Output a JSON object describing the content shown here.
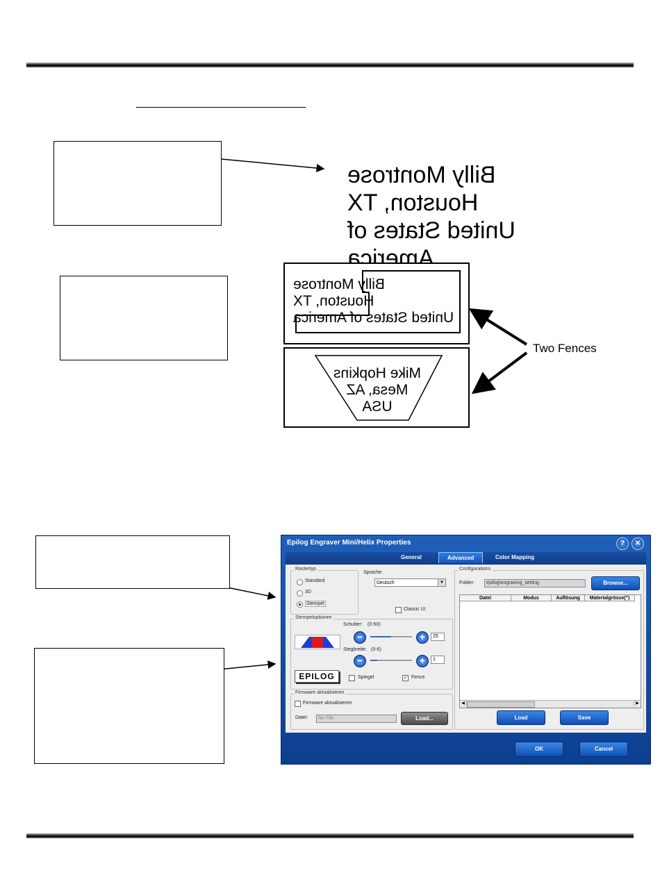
{
  "fig1": {
    "lines": [
      "Billy Montrose",
      "Houston, TX",
      "United States of America"
    ]
  },
  "fig2": {
    "fence1_lines": [
      "Billy Montrose",
      "Houston, TX",
      "United States of America"
    ],
    "fence2_lines": [
      "Mike Hopkins",
      "Mesa, AZ",
      "USA"
    ],
    "callout_label": "Two Fences"
  },
  "dialog": {
    "title": "Epilog Engraver Mini/Helix Properties",
    "help_icon": "?",
    "close_icon": "✕",
    "tabs": [
      {
        "label": "General",
        "active": false
      },
      {
        "label": "Advanced",
        "active": true
      },
      {
        "label": "Color Mapping",
        "active": false
      }
    ],
    "rastertyp": {
      "title": "Rastertyp",
      "options": [
        "Standard",
        "3D",
        "Stempel"
      ],
      "selected": "Stempel"
    },
    "sprache": {
      "label": "Sprache:",
      "value": "Deutsch"
    },
    "classic_ui": {
      "label": "Classic UI",
      "checked": false
    },
    "stempel": {
      "title": "Stempeloptionen",
      "schulter_label": "Schulter:",
      "schulter_range": "(0-50)",
      "schulter_value": "25",
      "schulter_fraction": 0.5,
      "stegbreite_label": "Stegbreite:",
      "stegbreite_range": "(0-6)",
      "stegbreite_value": "1",
      "stegbreite_fraction": 0.17,
      "logo_text": "EPILOG",
      "spiegel": {
        "label": "Spiegel",
        "checked": false
      },
      "fence": {
        "label": "Fence",
        "checked": true
      }
    },
    "firmware": {
      "title": "Firmware aktualisieren",
      "checkbox_label": "Firmware aktualisieren",
      "checked": false,
      "datei_label": "Datei:",
      "datei_placeholder": "No File",
      "load_button": "Load..."
    },
    "configurations": {
      "title": "Configurations",
      "folder_label": "Folder:",
      "folder_value": "epilog\\engraving_setting",
      "browse_button": "Browse...",
      "columns": [
        "Datei",
        "Modus",
        "Auflösung",
        "Materialgrösse(\")"
      ],
      "load_button": "Load",
      "save_button": "Save"
    },
    "ok_button": "OK",
    "cancel_button": "Cancel"
  },
  "colors": {
    "dialog_blue": "#1656b7",
    "panel_gray": "#eeeeee",
    "stamp_red": "#e0161b",
    "stamp_blue": "#1c3fd6"
  }
}
